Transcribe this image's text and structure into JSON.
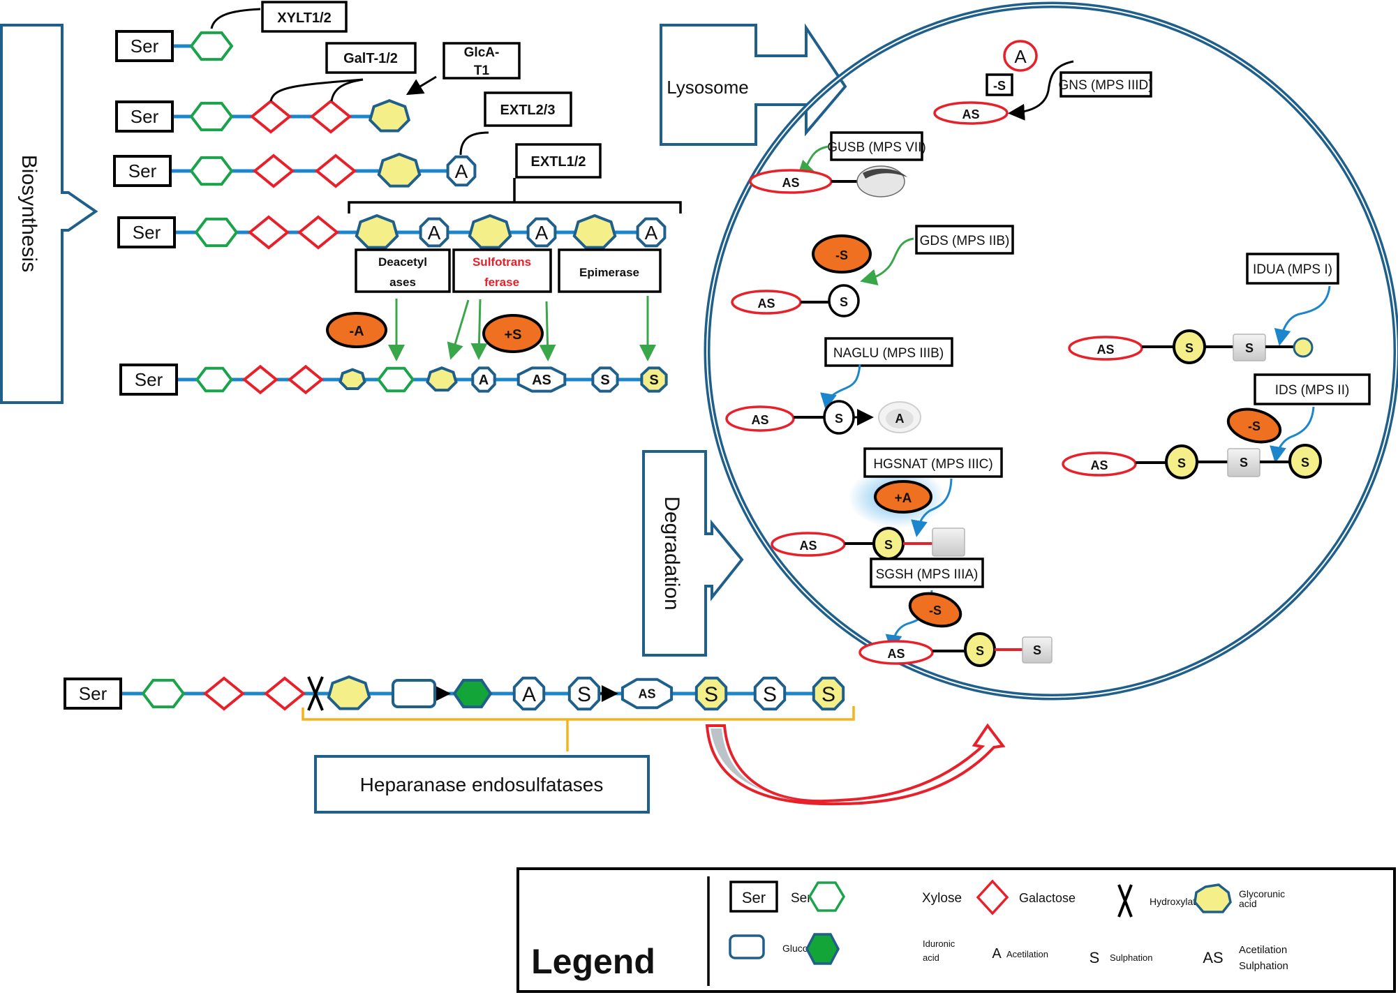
{
  "title": "Heparan sulfate biosynthesis and lysosomal degradation pathway",
  "colors": {
    "blue_outline": "#1f5f8b",
    "link_blue": "#1b86cc",
    "xylose_green": "#1aa34a",
    "galactose_red": "#e8202a",
    "glucuronic_yellow": "#f5ef8a",
    "iduronic_green": "#13a538",
    "orange_ellipse": "#f07022",
    "bracket_orange": "#f5b21b",
    "arrow_green": "#3aa64a",
    "sulfotransferase_red": "#e8202a"
  },
  "sections": {
    "biosynthesis": "Biosynthesis",
    "lysosome": "Lysosome",
    "degradation": "Degradation",
    "heparanase": "Heparanase endosulfatases"
  },
  "biosynthesis": {
    "ser_label": "Ser",
    "enzymes": {
      "xylt": "XYLT1/2",
      "galt": "GalT-1/2",
      "glcat_line1": "GlcA-",
      "glcat_line2": "T1",
      "extl23": "EXTL2/3",
      "extl12": "EXTL1/2"
    },
    "modifiers": {
      "deacetylases_line1": "Deacetyl",
      "deacetylases_line2": "ases",
      "sulfotransferase_line1": "Sulfotrans",
      "sulfotransferase_line2": "ferase",
      "epimerase": "Epimerase"
    },
    "ellipses": {
      "minus_a": "-A",
      "plus_s": "+S"
    },
    "symbols": {
      "A": "A",
      "S": "S",
      "AS": "AS"
    }
  },
  "lysosome": {
    "enzymes": [
      {
        "id": "gns",
        "label": "GNS (MPS IIID)"
      },
      {
        "id": "gusb",
        "label": "GUSB (MPS VII)"
      },
      {
        "id": "gds",
        "label": "GDS (MPS IIB)"
      },
      {
        "id": "idua",
        "label": "IDUA (MPS I)"
      },
      {
        "id": "naglu",
        "label": "NAGLU (MPS IIIB)"
      },
      {
        "id": "ids",
        "label": "IDS (MPS II)"
      },
      {
        "id": "hgsnat",
        "label": "HGSNAT (MPS IIIC)"
      },
      {
        "id": "sgsh",
        "label": "SGSH (MPS IIIA)"
      }
    ],
    "tags": {
      "A": "A",
      "minus_s_box": "-S",
      "AS": "AS",
      "S": "S",
      "minus_s": "-S",
      "plus_a": "+A"
    }
  },
  "bottom_chain": {
    "ser_label": "Ser",
    "symbols": {
      "A": "A",
      "S": "S",
      "AS": "AS"
    }
  },
  "legend": {
    "title": "Legend",
    "items": [
      {
        "symbol": "Ser",
        "label": "Serine"
      },
      {
        "symbol": "xylose-hexagon",
        "label": "Xylose"
      },
      {
        "symbol": "galactose-diamond",
        "label": "Galactose"
      },
      {
        "symbol": "X",
        "label": "Hydroxylation"
      },
      {
        "symbol": "glucuronic-heptagon",
        "label_line1": "Glycorunic",
        "label_line2": "acid"
      },
      {
        "symbol": "glucosamine-rect",
        "label": "Glucosamine"
      },
      {
        "symbol": "iduronic-hexagon",
        "label_line1": "Iduronic",
        "label_line2": "acid"
      },
      {
        "symbol": "A",
        "label": "Acetilation"
      },
      {
        "symbol": "S",
        "label": "Sulphation"
      },
      {
        "symbol": "AS",
        "label_line1": "Acetilation",
        "label_line2": "Sulphation"
      }
    ]
  }
}
